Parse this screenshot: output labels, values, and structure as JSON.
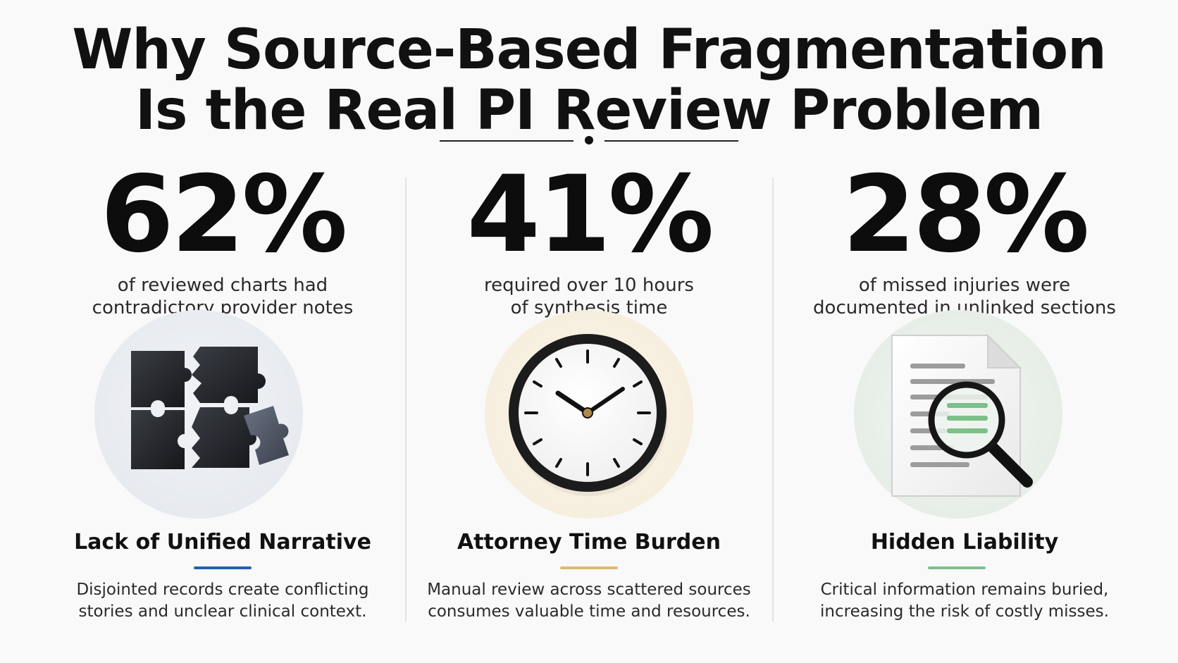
{
  "header": {
    "title_line1": "Why Source-Based Fragmentation",
    "title_line2": "Is the Real PI Review Problem"
  },
  "columns": [
    {
      "stat": "62%",
      "desc_line1": "of reviewed charts had",
      "desc_line2": "contradictory provider notes",
      "icon": "broken-puzzle-icon",
      "heading": "Lack of Unified Narrative",
      "accent_color": "#2563a8",
      "body_line1": "Disjointed records create conflicting",
      "body_line2": "stories and unclear clinical context."
    },
    {
      "stat": "41%",
      "desc_line1": "required over 10 hours",
      "desc_line2": "of synthesis time",
      "icon": "clock-icon",
      "heading": "Attorney Time Burden",
      "accent_color": "#e0b877",
      "body_line1": "Manual review across scattered sources",
      "body_line2": "consumes valuable time and resources."
    },
    {
      "stat": "28%",
      "desc_line1": "of missed injuries were",
      "desc_line2": "documented in unlinked sections",
      "icon": "document-magnifier-icon",
      "heading": "Hidden Liability",
      "accent_color": "#7fbf8e",
      "body_line1": "Critical information remains buried,",
      "body_line2": "increasing the risk of costly misses."
    }
  ]
}
